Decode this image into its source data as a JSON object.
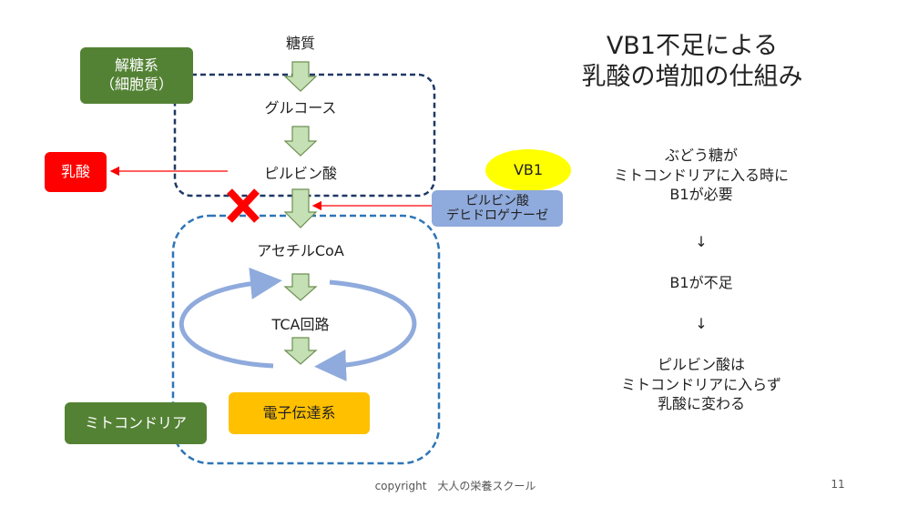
{
  "diagram": {
    "top_label": "糖質",
    "glucose": "グルコース",
    "pyruvate": "ピルビン酸",
    "acetyl_coa": "アセチルCoA",
    "tca": "TCA回路",
    "etc": "電子伝達系",
    "lactate": "乳酸",
    "glycolysis_label_line1": "解糖系",
    "glycolysis_label_line2": "（細胞質）",
    "mitochondria_label": "ミトコンドリア",
    "vb1": "VB1",
    "enzyme_line1": "ピルビン酸",
    "enzyme_line2": "デヒドロゲナーゼ"
  },
  "colors": {
    "glycolysis_box": "#548235",
    "mito_box": "#548235",
    "lactate_box": "#ff0000",
    "etc_box": "#ffc000",
    "vb1_ellipse": "#ffff00",
    "enzyme_box": "#8faadc",
    "arrow_fill": "#c5e0b4",
    "cytoplasm_border": "#1f3864",
    "mito_border": "#2e75b6",
    "cycle_arrow": "#8faadc"
  },
  "title": {
    "line1": "VB1不足による",
    "line2": "乳酸の増加の仕組み"
  },
  "explanation": {
    "block1_line1": "ぶどう糖が",
    "block1_line2": "ミトコンドリアに入る時に",
    "block1_line3": "B1が必要",
    "arrow1": "↓",
    "block2": "B1が不足",
    "arrow2": "↓",
    "block3_line1": "ピルビン酸は",
    "block3_line2": "ミトコンドリアに入らず",
    "block3_line3": "乳酸に変わる"
  },
  "footer": {
    "copyright": "copyright　大人の栄養スクール",
    "page_number": "11"
  }
}
